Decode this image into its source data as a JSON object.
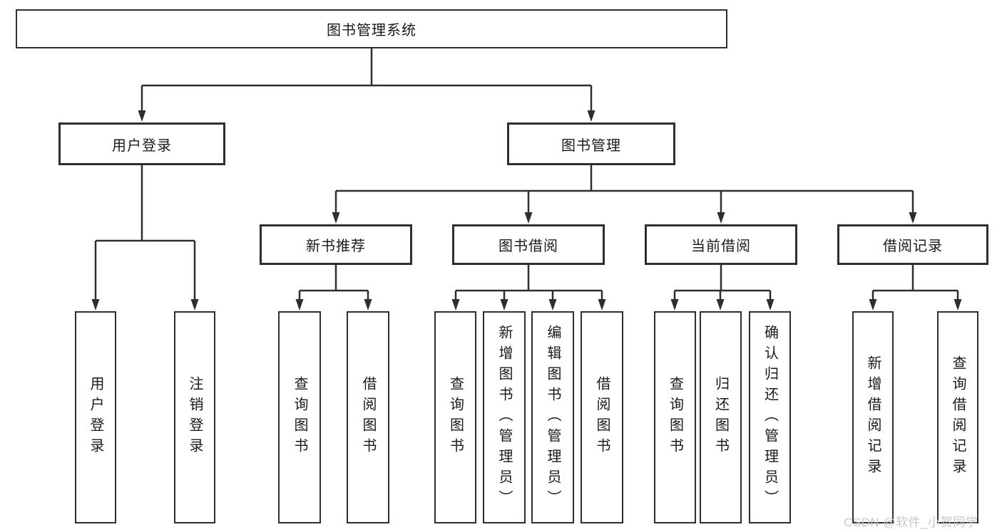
{
  "tree": {
    "root": {
      "label": "图书管理系统"
    },
    "level2": [
      {
        "id": "user-login",
        "label": "用户登录",
        "children": [
          "用户登录",
          "注销登录"
        ]
      },
      {
        "id": "book-management",
        "label": "图书管理"
      }
    ],
    "level3": [
      {
        "id": "new-book-recommend",
        "label": "新书推荐",
        "children": [
          "查询图书",
          "借阅图书"
        ]
      },
      {
        "id": "book-borrowing",
        "label": "图书借阅",
        "children": [
          "查询图书",
          "新增图书（管理员）",
          "编辑图书（管理员）",
          "借阅图书"
        ]
      },
      {
        "id": "current-borrowing",
        "label": "当前借阅",
        "children": [
          "查询图书",
          "归还图书",
          "确认归还（管理员）"
        ]
      },
      {
        "id": "borrowing-records",
        "label": "借阅记录",
        "children": [
          "新增借阅记录",
          "查询借阅记录"
        ]
      }
    ]
  },
  "watermark": {
    "text": "CSDN @软件_小贺同学"
  },
  "colors": {
    "line": "#2e2e2e",
    "border": "#2e2e2e",
    "text": "#1a1a1a",
    "watermark": "#c6c6d0",
    "bg": "#ffffff"
  }
}
